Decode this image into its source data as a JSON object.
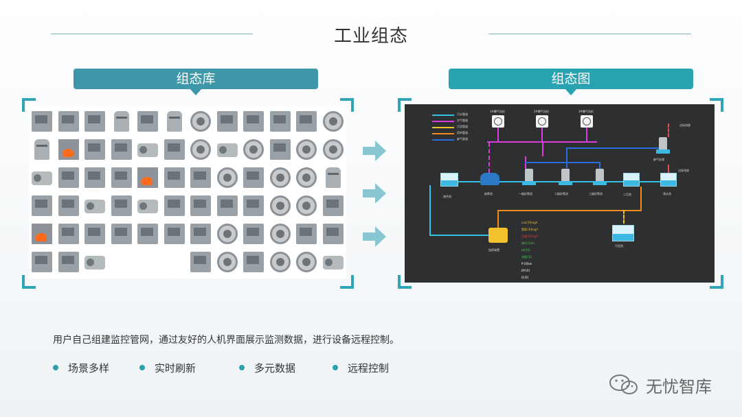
{
  "header": {
    "title": "工业组态"
  },
  "library": {
    "label": "组态库",
    "icons": [
      "box",
      "box",
      "box",
      "tank",
      "box",
      "tank",
      "fan",
      "box",
      "box",
      "box",
      "box",
      "fan",
      "tank",
      "fire",
      "box",
      "box",
      "pump",
      "box",
      "fan",
      "pump",
      "fan",
      "box",
      "fan",
      "fan",
      "pump",
      "box",
      "box",
      "box",
      "fire",
      "box",
      "box",
      "fan",
      "box",
      "fan",
      "fan",
      "tank",
      "box",
      "box",
      "pump",
      "box",
      "pump",
      "box",
      "box",
      "box",
      "box",
      "fan",
      "fan",
      "box",
      "fire",
      "box",
      "box",
      "box",
      "box",
      "box",
      "box",
      "fan",
      "box",
      "fan",
      "box",
      "box",
      "box",
      "box",
      "pump",
      "blank",
      "blank",
      "blank",
      "box",
      "fan",
      "box",
      "fan",
      "fan",
      "pump"
    ]
  },
  "diagram": {
    "label": "组态图",
    "legend": [
      {
        "text": "污水管道",
        "color": "#31c3ea"
      },
      {
        "text": "空气管道",
        "color": "#e03be0"
      },
      {
        "text": "污泥管道",
        "color": "#f2c12e"
      },
      {
        "text": "药剂管道",
        "color": "#f08a1e"
      },
      {
        "text": "废气管道",
        "color": "#2a6fe0"
      }
    ],
    "fans": [
      "1#曝气风机",
      "2#曝气风机",
      "3#曝气风机"
    ],
    "nodes": {
      "regulating_tank": "调节池",
      "anaerobic": "缺氧池",
      "primary_aerobic": "一级好氧池",
      "secondary_aerobic": "二级好氧池",
      "tertiary_aerobic": "三级好氧池",
      "secondary_settling": "二沉池",
      "clear_water": "清水池",
      "sludge": "污泥池",
      "exhaust": "废气处理",
      "discharge_1": "达标排放",
      "discharge_2": "达标排放",
      "dosing": "加药装置"
    },
    "readouts": [
      {
        "text": "cod:[0]mg/l",
        "color": "#f2c12e"
      },
      {
        "text": "氨氮:[0]mg/l",
        "color": "#f2c12e"
      },
      {
        "text": "总磷:[0]mg/l",
        "color": "#e03b3b"
      },
      {
        "text": "液位:[0]m",
        "color": "#3fd34a"
      },
      {
        "text": "pH:[0]",
        "color": "#3fd34a"
      },
      {
        "text": "流量:[0]",
        "color": "#3fd34a"
      },
      {
        "text": "P:[0]kw",
        "color": "#ffffff"
      },
      {
        "text": "EP:[0]",
        "color": "#ffffff"
      },
      {
        "text": "Q:[0]",
        "color": "#ffffff"
      }
    ]
  },
  "description": "用户自己组建监控管网，通过友好的人机界面展示监测数据，进行设备远程控制。",
  "features": [
    "场景多样",
    "实时刷新",
    "多元数据",
    "远程控制"
  ],
  "watermark": {
    "text": "无忧智库"
  },
  "colors": {
    "accent": "#2e9fad",
    "header_left": "#3e97a8",
    "header_right": "#29a3b2",
    "panel_dark": "#2e2f31"
  }
}
